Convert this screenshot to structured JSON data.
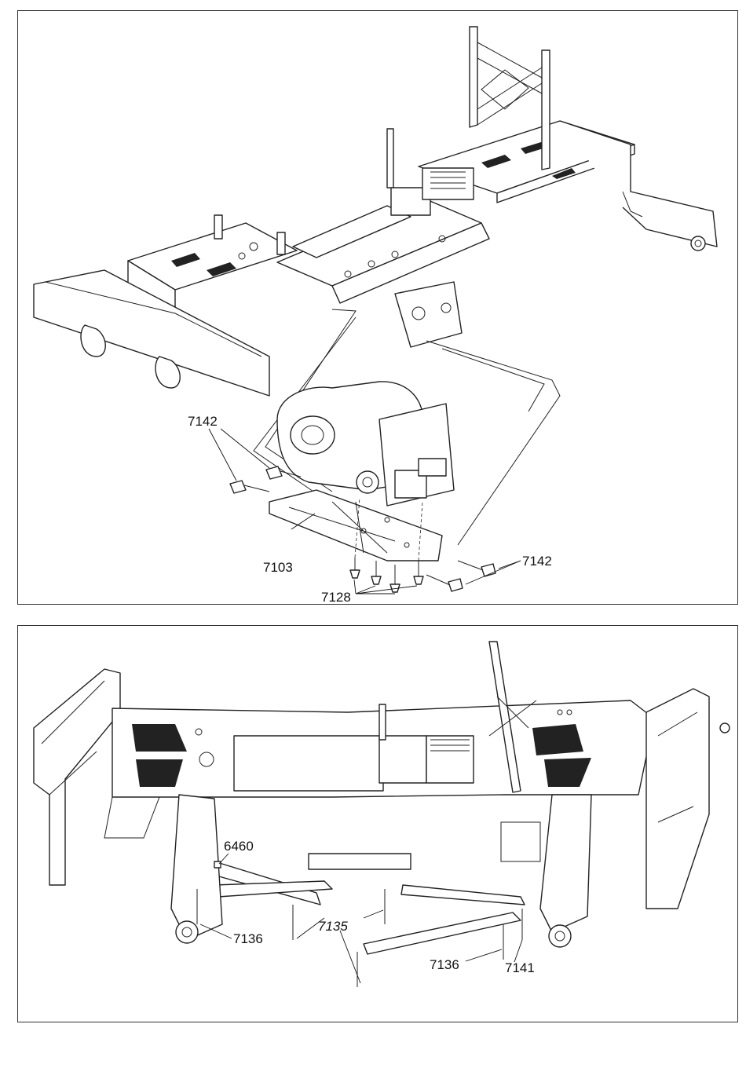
{
  "panels": {
    "top": {
      "callouts": [
        {
          "id": "c7142a",
          "text": "7142"
        },
        {
          "id": "c7103",
          "text": "7103"
        },
        {
          "id": "c7142b",
          "text": "7142"
        },
        {
          "id": "c7128",
          "text": "7128"
        }
      ]
    },
    "bottom": {
      "callouts": [
        {
          "id": "c6460",
          "text": "6460"
        },
        {
          "id": "c7136a",
          "text": "7136"
        },
        {
          "id": "c7135",
          "text": "7135"
        },
        {
          "id": "c7136b",
          "text": "7136"
        },
        {
          "id": "c7141",
          "text": "7141"
        }
      ]
    }
  }
}
